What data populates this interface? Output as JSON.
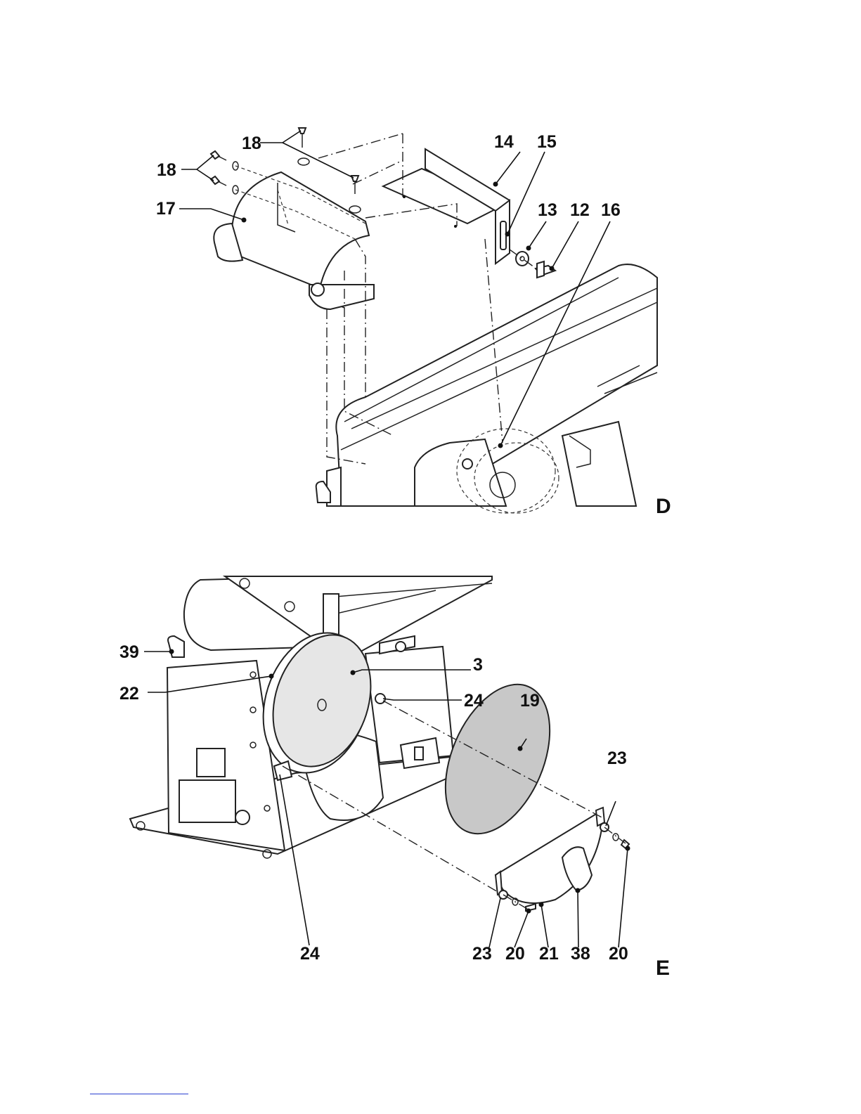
{
  "figure_d": {
    "letter": "D",
    "labels": {
      "p18a": "18",
      "p18b": "18",
      "p17": "17",
      "p14": "14",
      "p15": "15",
      "p13": "13",
      "p12": "12",
      "p16": "16"
    }
  },
  "figure_e": {
    "letter": "E",
    "labels": {
      "p39": "39",
      "p22": "22",
      "p3": "3",
      "p24a": "24",
      "p19": "19",
      "p23a": "23",
      "p24b": "24",
      "p23b": "23",
      "p20a": "20",
      "p21": "21",
      "p38": "38",
      "p20b": "20"
    }
  },
  "colors": {
    "line": "#222222",
    "disc_fill": "#e6e6e6",
    "paper_fill": "#c8c8c8",
    "footer_rule": "#2a3fd1"
  }
}
